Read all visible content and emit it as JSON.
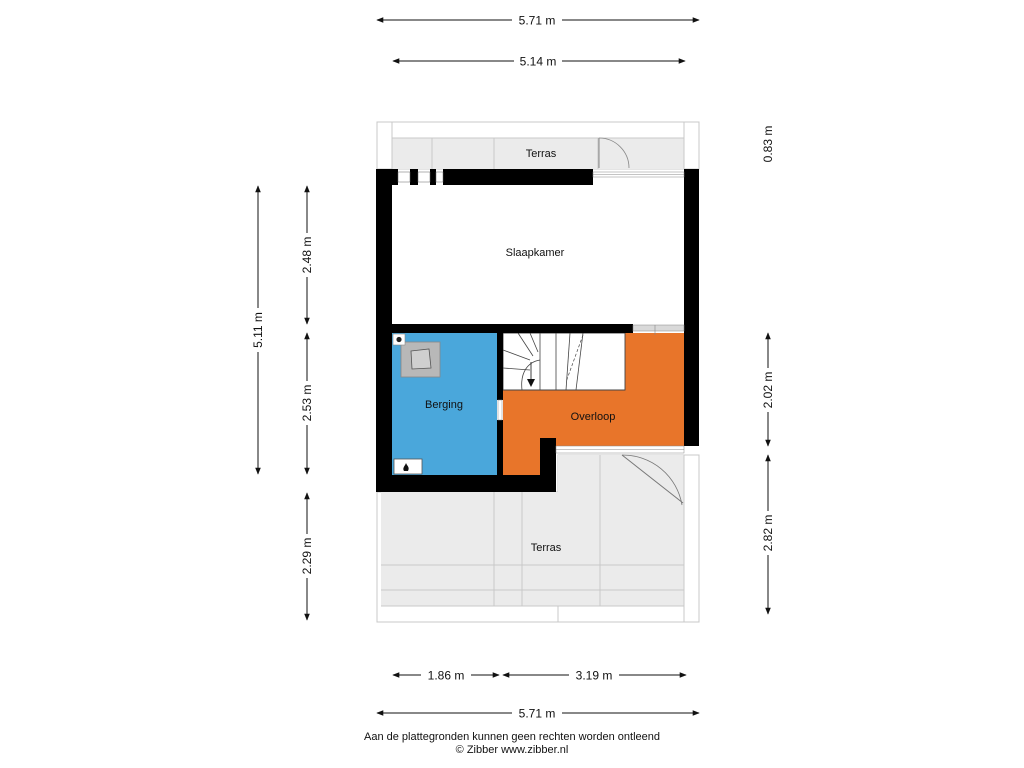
{
  "rooms": {
    "terrace_top": "Terras",
    "bedroom": "Slaapkamer",
    "storage": "Berging",
    "landing": "Overloop",
    "terrace_bottom": "Terras"
  },
  "dimensions": {
    "top_overall": "5.71 m",
    "top_inner": "5.14 m",
    "right_terrace": "0.83 m",
    "left_overall": "5.11 m",
    "left_upper": "2.48 m",
    "left_lower": "2.53 m",
    "left_terrace": "2.29 m",
    "right_landing": "2.02 m",
    "right_terrace_bottom": "2.82 m",
    "bottom_left": "1.86 m",
    "bottom_right": "3.19 m",
    "bottom_overall": "5.71 m"
  },
  "colors": {
    "storage": "#4aa7db",
    "landing": "#e8752a",
    "terrace": "#ebebeb",
    "wall": "#000000"
  },
  "footer": {
    "disclaimer": "Aan de plattegronden kunnen geen rechten worden ontleend",
    "credit": "© Zibber www.zibber.nl"
  }
}
